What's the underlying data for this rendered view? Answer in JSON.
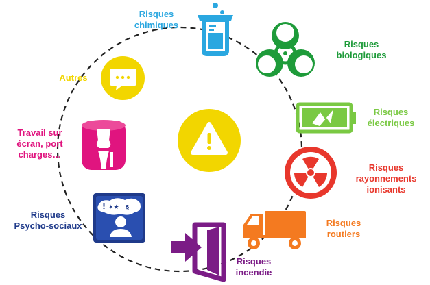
{
  "center": {
    "icon": "warning-icon",
    "color": "#f2d600"
  },
  "items": [
    {
      "id": "chimiques",
      "icon": "beaker-icon",
      "color": "#2aa7e0",
      "lines": [
        "Risques",
        "chimiques"
      ]
    },
    {
      "id": "biologiques",
      "icon": "biohazard-icon",
      "color": "#1e9b3a",
      "lines": [
        "Risques",
        "biologiques"
      ]
    },
    {
      "id": "electriques",
      "icon": "battery-icon",
      "color": "#7ac943",
      "lines": [
        "Risques",
        "électriques"
      ]
    },
    {
      "id": "rayonnements",
      "icon": "radiation-icon",
      "color": "#e8372c",
      "lines": [
        "Risques",
        "rayonnements",
        "ionisants"
      ]
    },
    {
      "id": "routiers",
      "icon": "truck-icon",
      "color": "#f47a20",
      "lines": [
        "Risques",
        "routiers"
      ]
    },
    {
      "id": "incendie",
      "icon": "exit-door-icon",
      "color": "#7b1c86",
      "lines": [
        "Risques",
        "incendie"
      ]
    },
    {
      "id": "psychosociaux",
      "icon": "stress-head-icon",
      "color": "#1f3a8a",
      "lines": [
        "Risques",
        "Psycho-sociaux"
      ]
    },
    {
      "id": "travail",
      "icon": "knee-joint-icon",
      "color": "#e0147f",
      "lines": [
        "Travail sur",
        "écran, port",
        "charges…"
      ]
    },
    {
      "id": "autres",
      "icon": "speech-bubble-icon",
      "color": "#f2d600",
      "lines": [
        "Autres"
      ]
    }
  ]
}
